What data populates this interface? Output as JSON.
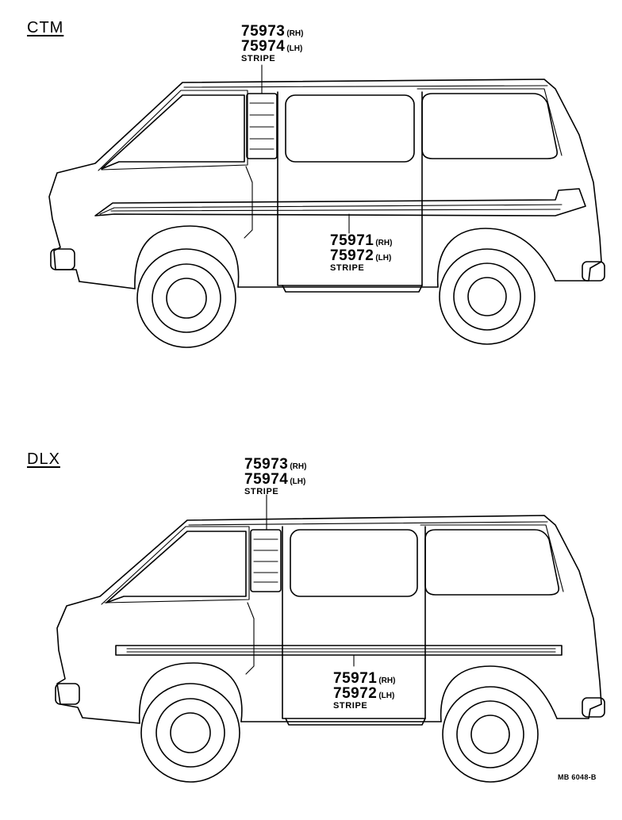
{
  "sections": [
    {
      "label": "CTM",
      "upper_callout": {
        "rh_part": "75973",
        "rh_side": "(RH)",
        "lh_part": "75974",
        "lh_side": "(LH)",
        "description": "STRIPE"
      },
      "lower_callout": {
        "rh_part": "75971",
        "rh_side": "(RH)",
        "lh_part": "75972",
        "lh_side": "(LH)",
        "description": "STRIPE"
      }
    },
    {
      "label": "DLX",
      "upper_callout": {
        "rh_part": "75973",
        "rh_side": "(RH)",
        "lh_part": "75974",
        "lh_side": "(LH)",
        "description": "STRIPE"
      },
      "lower_callout": {
        "rh_part": "75971",
        "rh_side": "(RH)",
        "lh_part": "75972",
        "lh_side": "(LH)",
        "description": "STRIPE"
      }
    }
  ],
  "diagram_code": "MB 6048-B"
}
